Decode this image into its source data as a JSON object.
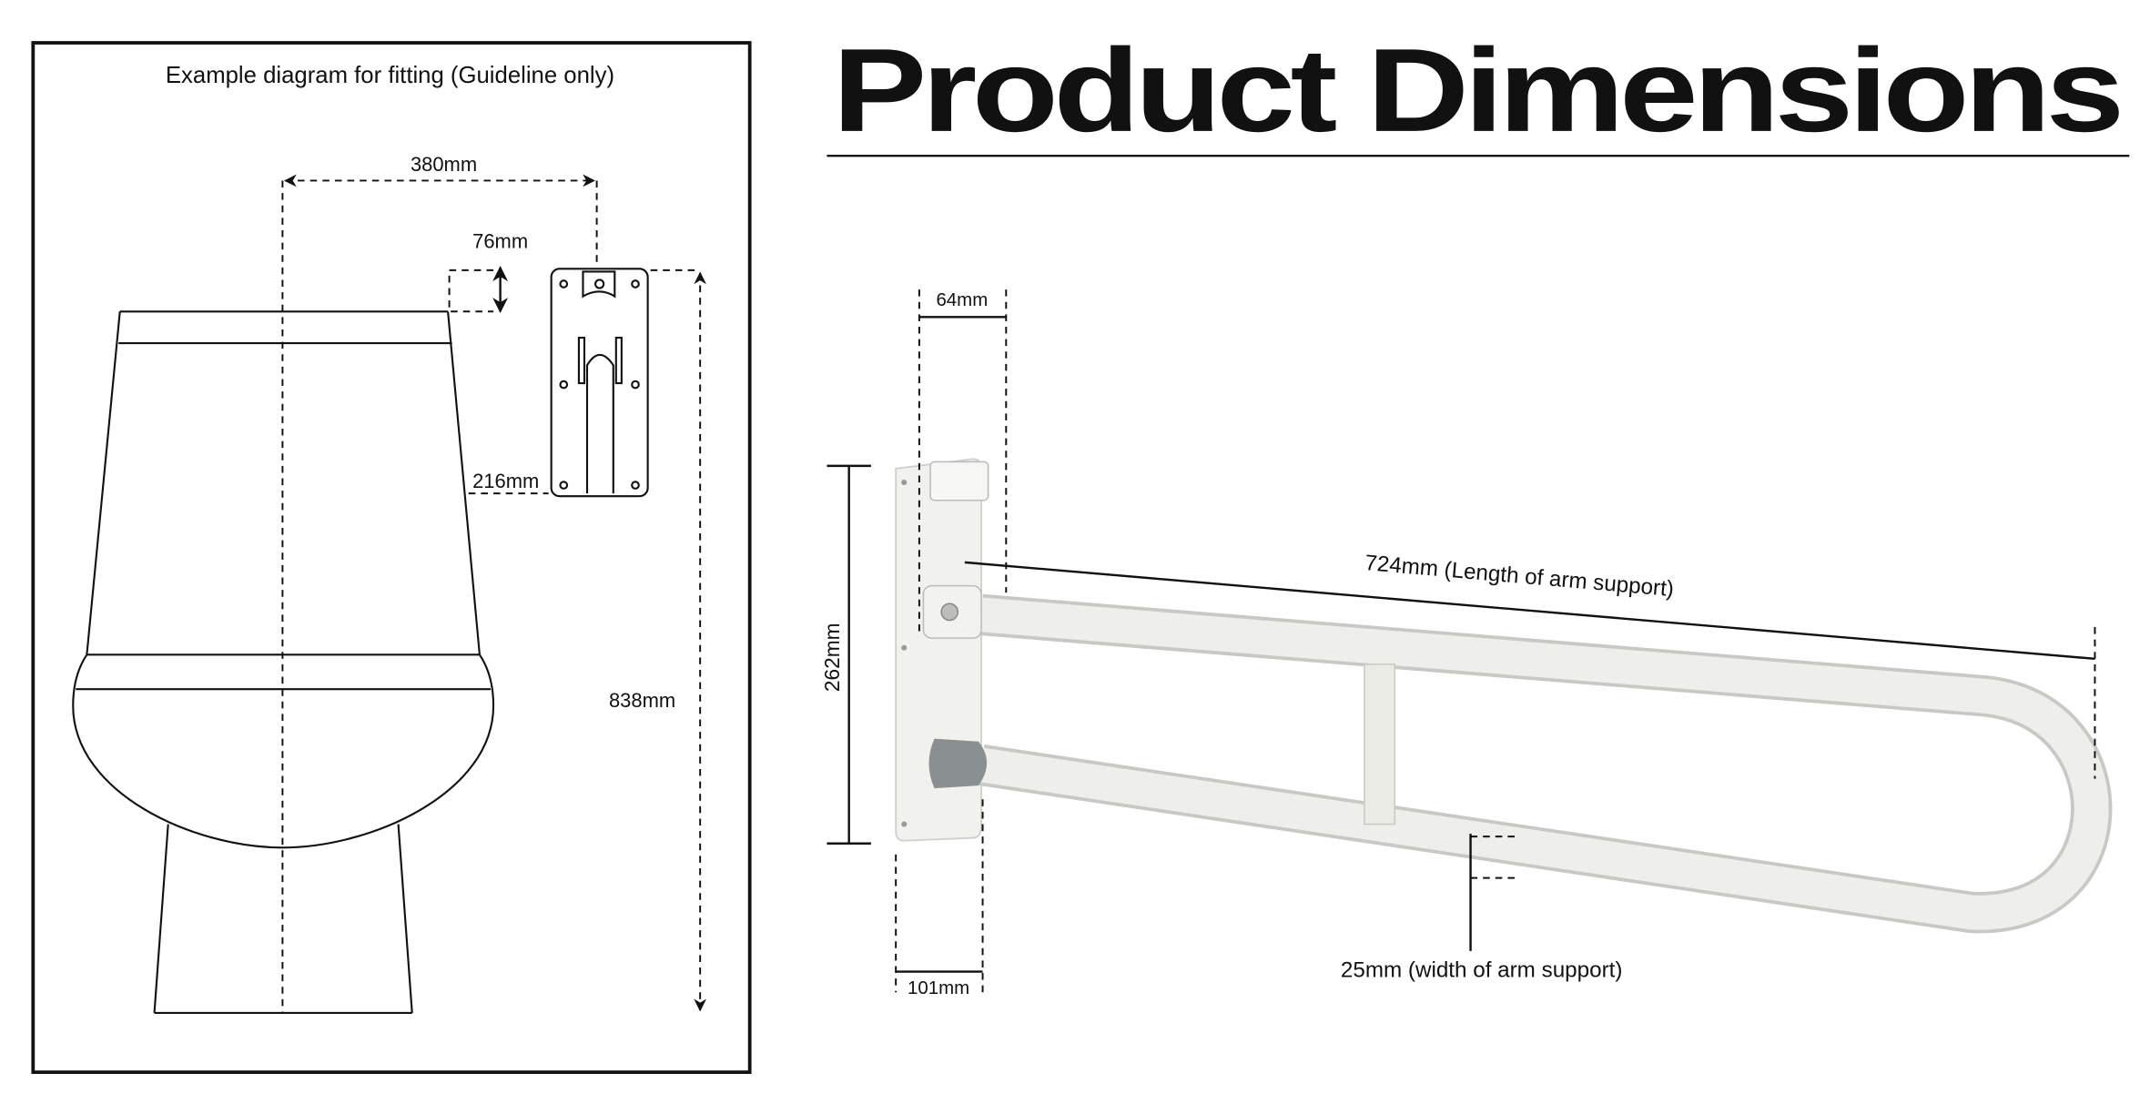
{
  "fitting_diagram": {
    "title": "Example diagram for fitting (Guideline only)",
    "dim_380": "380mm",
    "dim_76": "76mm",
    "dim_216": "216mm",
    "dim_838": "838mm"
  },
  "product": {
    "heading": "Product Dimensions",
    "dim_64": "64mm",
    "dim_262": "262mm",
    "dim_101": "101mm",
    "dim_724": "724mm (Length of arm support)",
    "dim_25": "25mm (width of arm support)"
  },
  "colors": {
    "ink": "#111111",
    "tube": "#ecece8",
    "rubber": "#8a8f92"
  }
}
